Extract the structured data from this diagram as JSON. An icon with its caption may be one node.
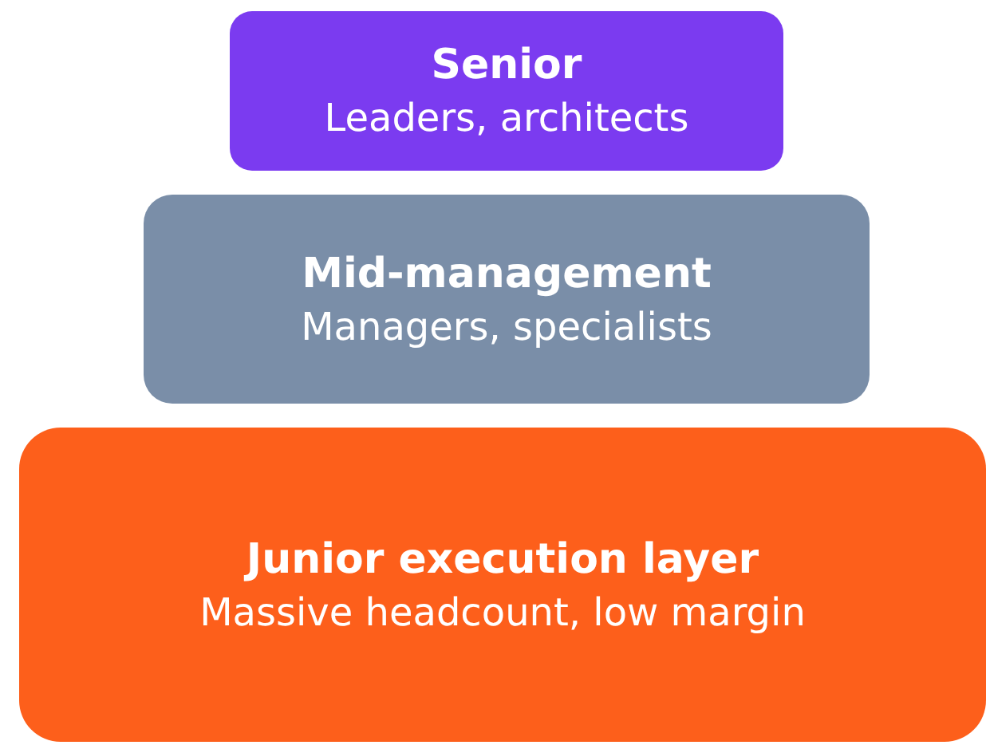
{
  "diagram": {
    "nodes": [
      {
        "text": [
          "Senior",
          "Leaders, architects"
        ]
      },
      {
        "text": [
          "Mid-management",
          "Managers, specialists"
        ]
      },
      {
        "text": [
          "Junior execution layer",
          "Massive headcount, low margin"
        ]
      }
    ]
  }
}
